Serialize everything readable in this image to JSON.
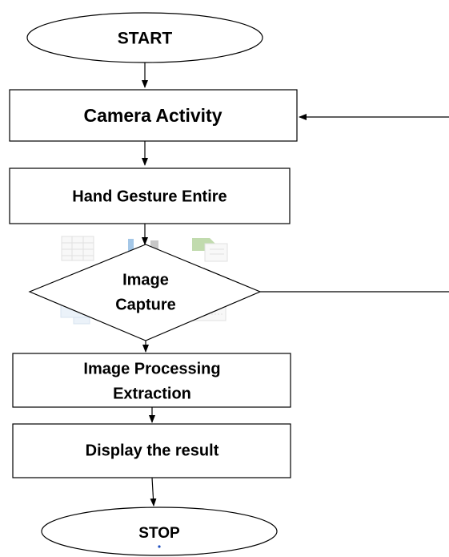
{
  "flowchart": {
    "start": "START",
    "camera": "Camera Activity",
    "hand": "Hand Gesture Entire",
    "capture": [
      "Image",
      "Capture"
    ],
    "processing": [
      "Image Processing",
      "Extraction"
    ],
    "display": "Display the result",
    "stop": "STOP"
  },
  "colors": {
    "line": "#000000",
    "fill": "#ffffff",
    "ghost_icon_grey": "#c8c8c8",
    "ghost_icon_blue": "#5b9bd5",
    "ghost_icon_green": "#70ad47"
  }
}
